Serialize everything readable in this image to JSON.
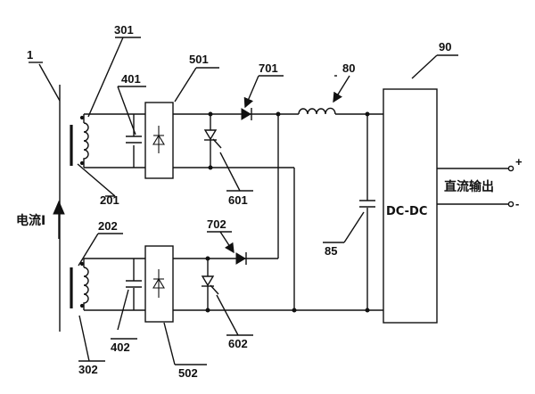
{
  "labels": {
    "core": "1",
    "coil_top": "301",
    "coil_bottom": "302",
    "core_tap_top": "201",
    "core_tap_bottom": "202",
    "cap_top": "401",
    "cap_bottom": "402",
    "bridge_top": "501",
    "bridge_bottom": "502",
    "thyristor_top": "601",
    "thyristor_bottom": "602",
    "diode_top": "701",
    "diode_bottom": "702",
    "inductor": "80",
    "filter_cap": "85",
    "converter": "90"
  },
  "text": {
    "current": "电流I",
    "dcdc": "DC-DC",
    "output": "直流输出",
    "plus": "+",
    "minus": "-"
  },
  "colors": {
    "ink": "#111111",
    "background": "#ffffff"
  }
}
